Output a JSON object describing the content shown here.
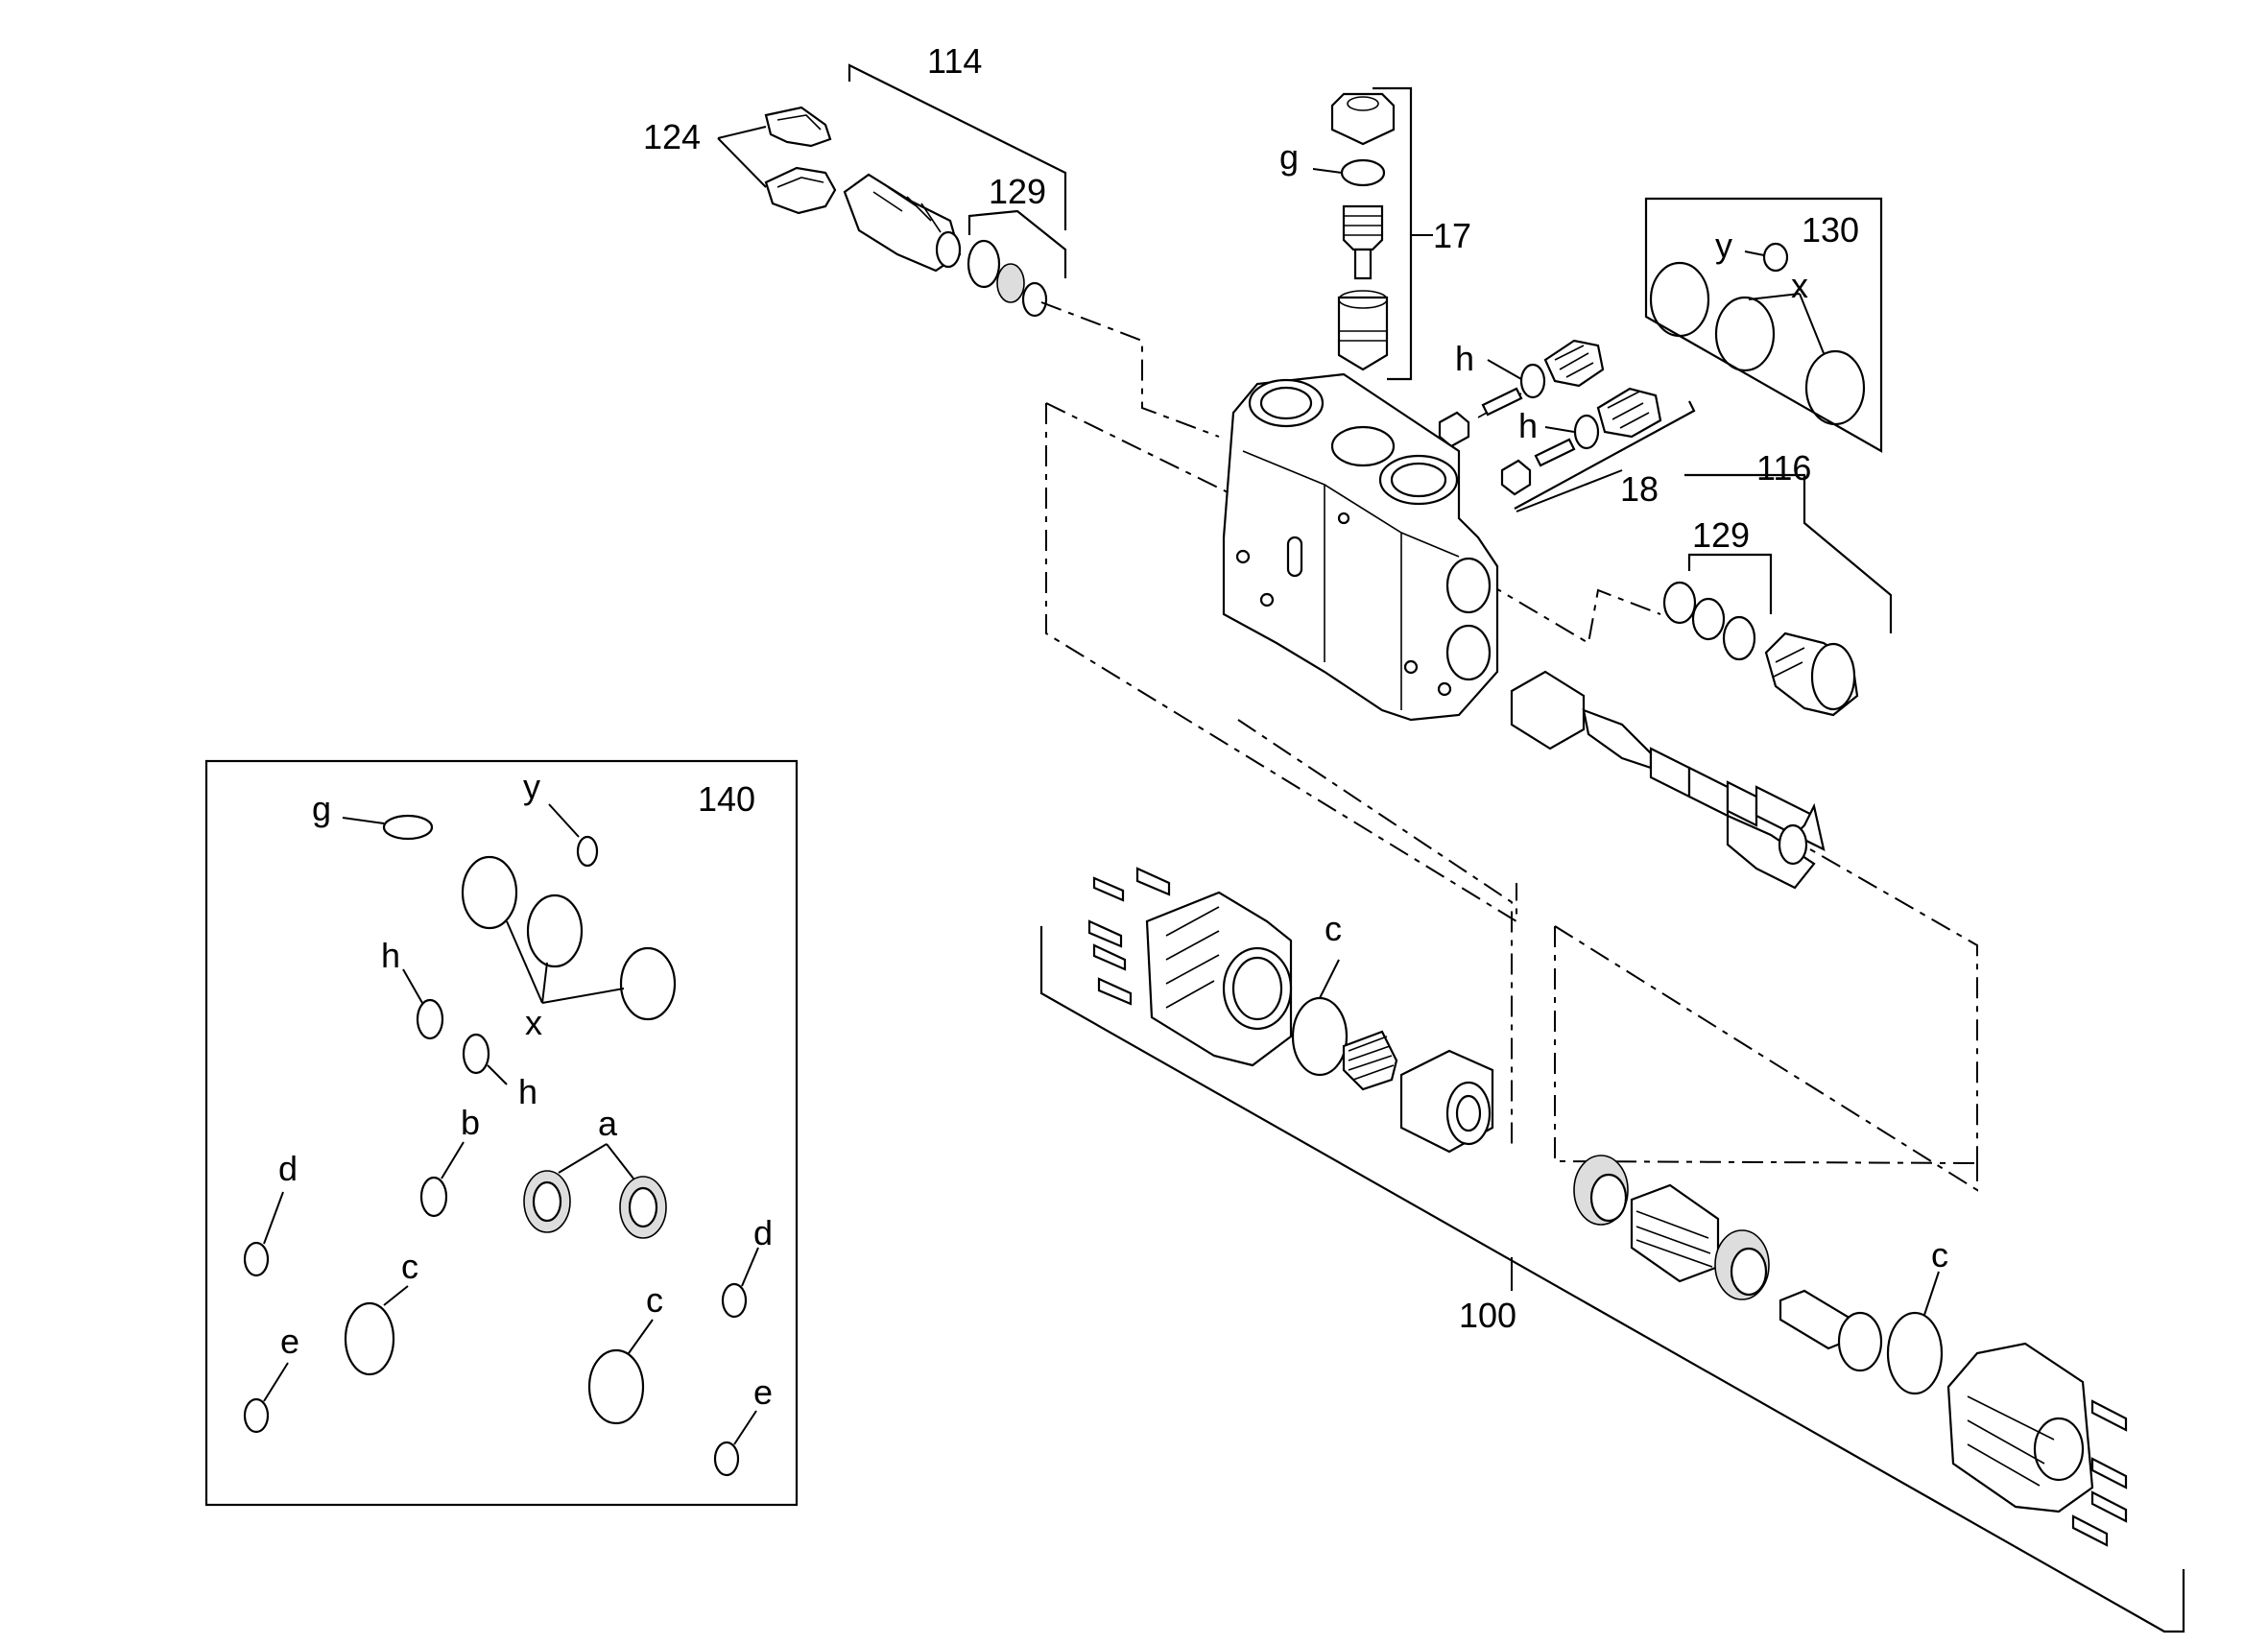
{
  "labels": {
    "l114": "114",
    "l124": "124",
    "l129a": "129",
    "lg_top": "g",
    "l17": "17",
    "l130": "130",
    "ly130": "y",
    "lx130": "x",
    "lh1": "h",
    "lh2": "h",
    "l18": "18",
    "l116": "116",
    "l129b": "129",
    "lc_mid": "c",
    "l100": "100",
    "lc_right": "c",
    "l140": "140",
    "lg140": "g",
    "ly140": "y",
    "lh140a": "h",
    "lx140": "x",
    "lh140b": "h",
    "lb140": "b",
    "la140": "a",
    "ld140a": "d",
    "lc140a": "c",
    "ld140b": "d",
    "lc140b": "c",
    "le140a": "e",
    "le140b": "e"
  }
}
